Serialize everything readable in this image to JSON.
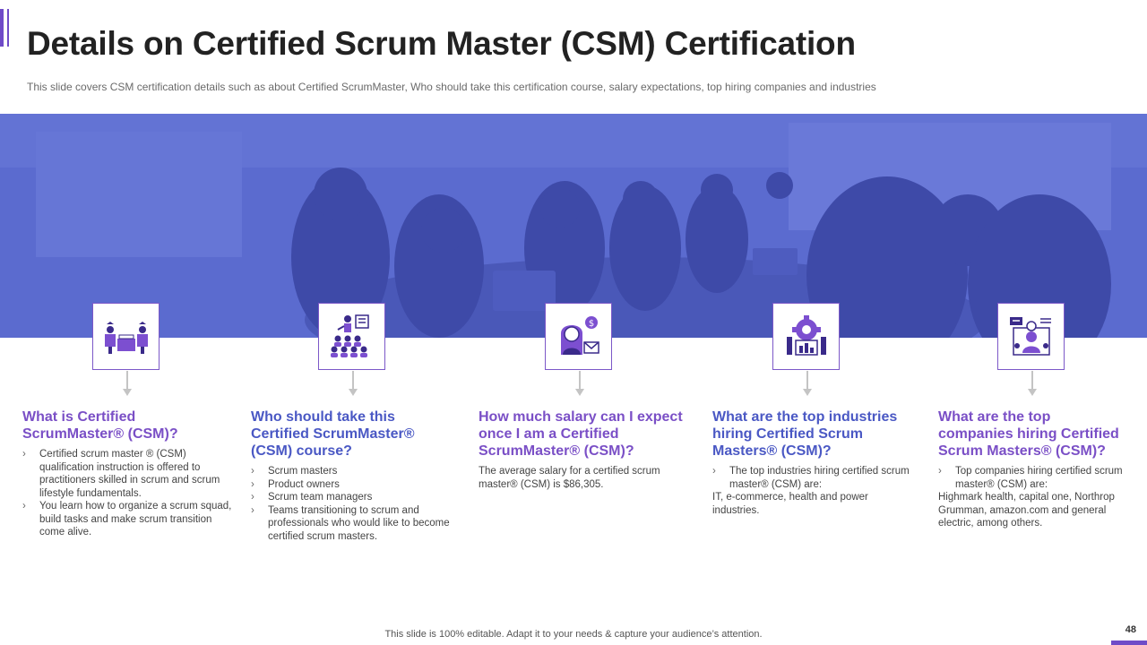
{
  "slide": {
    "title": "Details on Certified Scrum Master (CSM) Certification",
    "subtitle": "This slide covers CSM certification details such as about Certified ScrumMaster, Who should take this certification course, salary expectations, top hiring companies and industries",
    "footer": "This slide is 100% editable. Adapt it to your needs & capture your audience’s attention.",
    "page_number": "48"
  },
  "colors": {
    "accent": "#6f4bc8",
    "banner": "#5b6bcf",
    "heading_purple": "#7a4fc6",
    "heading_blue": "#4a58c4"
  },
  "columns": [
    {
      "icon": "meeting-table-icon",
      "question": "What is Certified ScrumMaster® (CSM)?",
      "bullets": [
        "Certified scrum master ® (CSM) qualification instruction is offered to practitioners skilled in scrum and scrum lifestyle fundamentals.",
        "You learn how to organize a scrum squad, build tasks and make scrum transition come alive."
      ]
    },
    {
      "icon": "presenter-audience-icon",
      "question": "Who should take this Certified ScrumMaster® (CSM) course?",
      "bullets": [
        "Scrum masters",
        "Product owners",
        "Scrum team managers",
        "Teams transitioning to scrum and professionals who would like to become certified scrum masters."
      ]
    },
    {
      "icon": "salary-woman-icon",
      "question": "How much salary can I expect once I am a Certified ScrumMaster® (CSM)?",
      "text": "The average salary for a certified scrum master® (CSM) is $86,305."
    },
    {
      "icon": "industry-gear-icon",
      "question": "What are the top industries hiring Certified Scrum Masters® (CSM)?",
      "bullet": "The top industries hiring certified scrum master® (CSM) are:",
      "text": "IT, e-commerce, health and power industries."
    },
    {
      "icon": "company-video-call-icon",
      "question": "What are the top companies hiring Certified Scrum Masters® (CSM)?",
      "bullet": "Top companies hiring certified scrum master® (CSM) are:",
      "text": "Highmark health, capital one, Northrop Grumman, amazon.com and general electric, among others."
    }
  ]
}
